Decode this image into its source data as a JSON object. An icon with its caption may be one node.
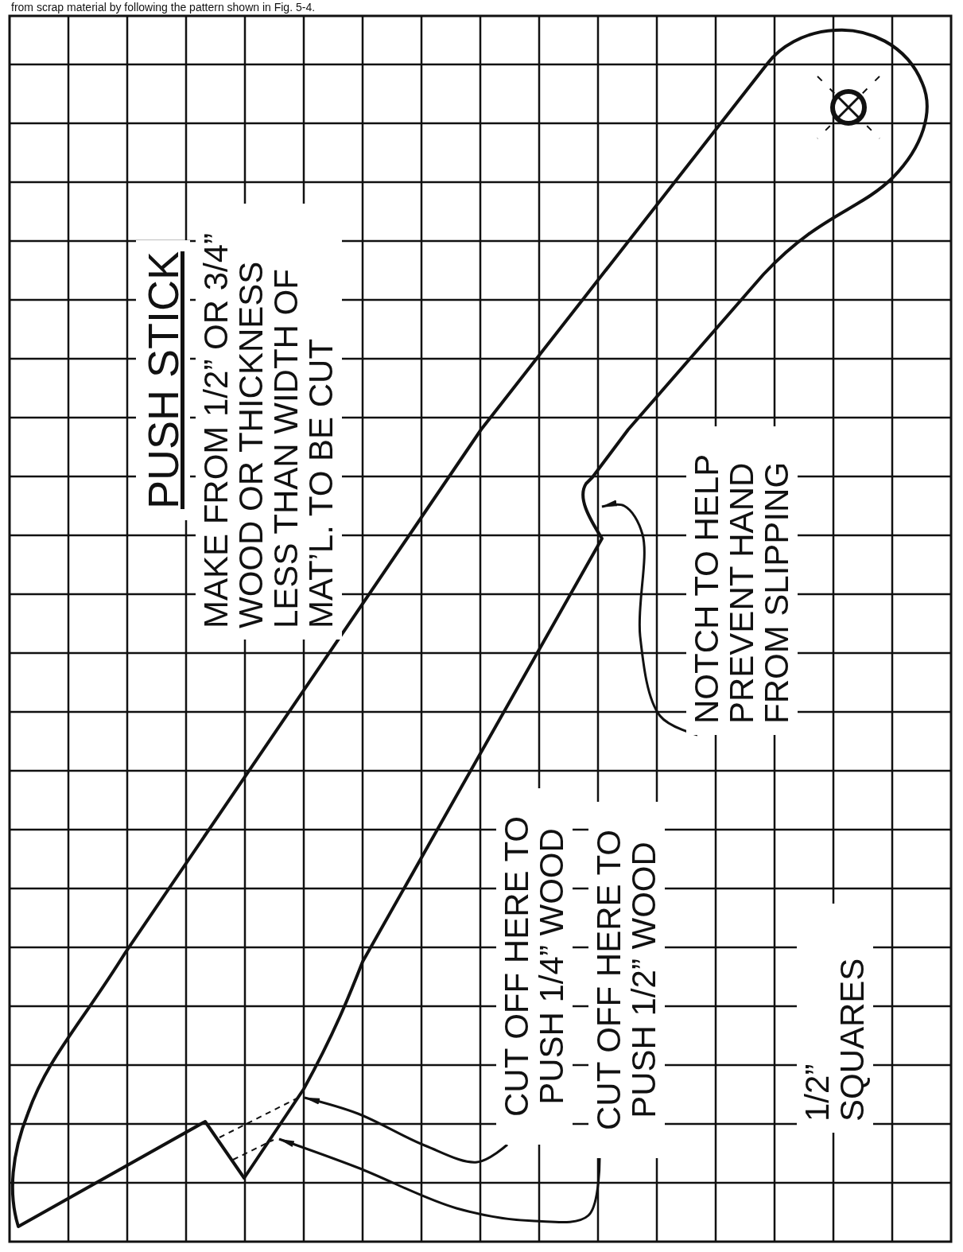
{
  "diagram": {
    "title": "PUSH STICK",
    "nodes": [
      {
        "text": [
          "NOTCH TO HELP PREVENT HAND FROM SLIPPING"
        ]
      },
      {
        "text": [
          "CUT OFF HERE TO PUSH 1/4” WOOD"
        ]
      },
      {
        "text": [
          "CUT OFF HERE TO PUSH 1/2” WOOD"
        ]
      }
    ],
    "edges": [
      {
        "from": 0,
        "to": null,
        "arrow": "to"
      },
      {
        "from": 1,
        "to": null,
        "arrow": "to"
      },
      {
        "from": 2,
        "to": null,
        "arrow": "to"
      }
    ],
    "labels": [
      "from scrap material by following the pattern shown in Fig. 5-4.",
      "MAKE FROM 1/2” OR 3/4” WOOD OR THICKNESS LESS THAN WIDTH OF MAT’L. TO BE CUT",
      "1/2” SQUARES"
    ]
  }
}
